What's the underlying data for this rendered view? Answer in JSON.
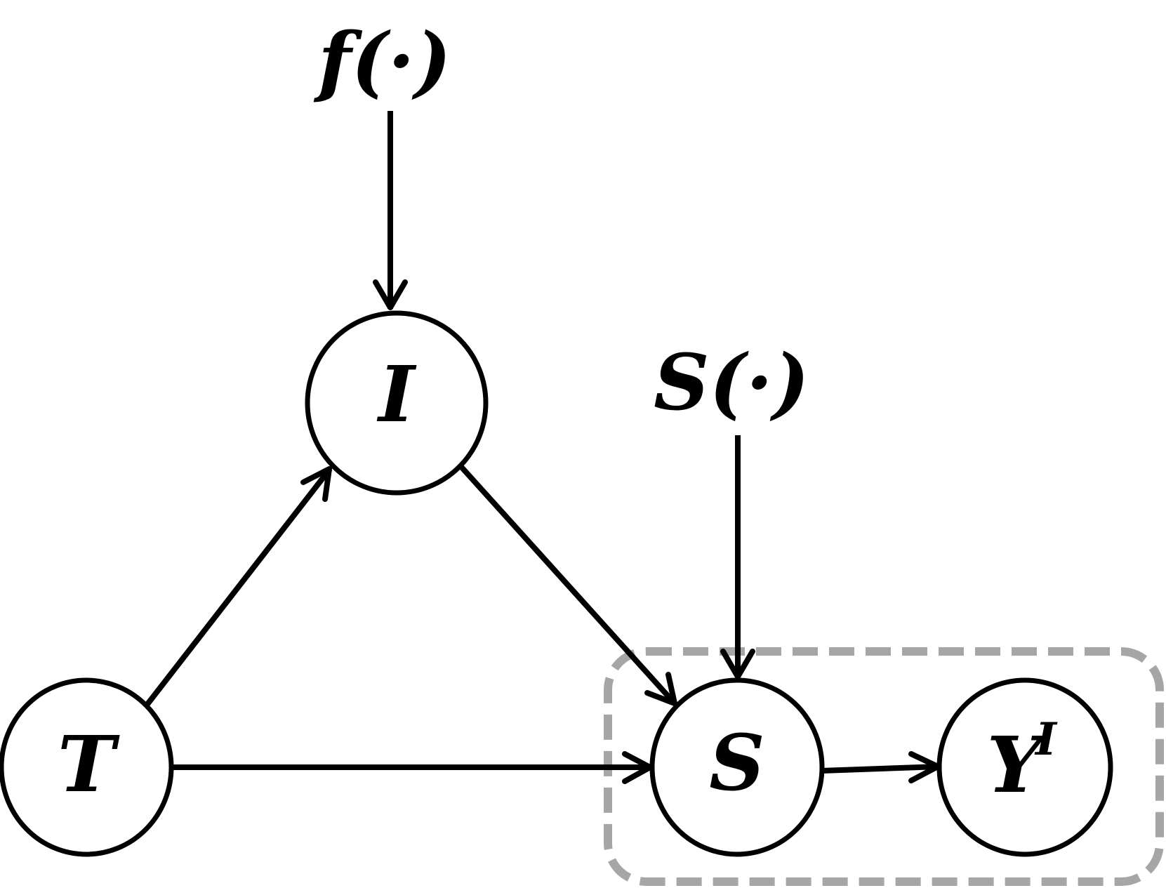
{
  "nodes": {
    "T": {
      "label": "T"
    },
    "I": {
      "label": "I"
    },
    "S": {
      "label": "S"
    },
    "Y": {
      "label": "Y",
      "superscript": "I"
    }
  },
  "operators": {
    "f": {
      "label": "f(·)"
    },
    "s": {
      "label": "S(·)"
    }
  },
  "edges": [
    {
      "from": "T",
      "to": "I"
    },
    {
      "from": "T",
      "to": "S"
    },
    {
      "from": "I",
      "to": "S"
    },
    {
      "from": "S",
      "to": "Y"
    },
    {
      "from": "f",
      "to": "I"
    },
    {
      "from": "s",
      "to": "S"
    }
  ],
  "group": {
    "members": [
      "S",
      "Y"
    ],
    "style": "dashed",
    "color": "#a6a6a6"
  }
}
